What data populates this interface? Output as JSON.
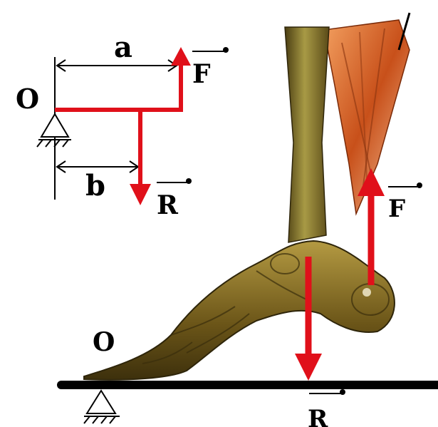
{
  "inset": {
    "pivot_label": "O",
    "distance_a": "a",
    "distance_b": "b",
    "force_label": "F",
    "reaction_label": "R"
  },
  "main": {
    "pivot_label": "O",
    "force_label": "F",
    "reaction_label": "R"
  },
  "colors": {
    "force_arrow": "#e0101a",
    "lines": "#000000",
    "bone": "#8a7a2a",
    "muscle": "#d2691e"
  }
}
